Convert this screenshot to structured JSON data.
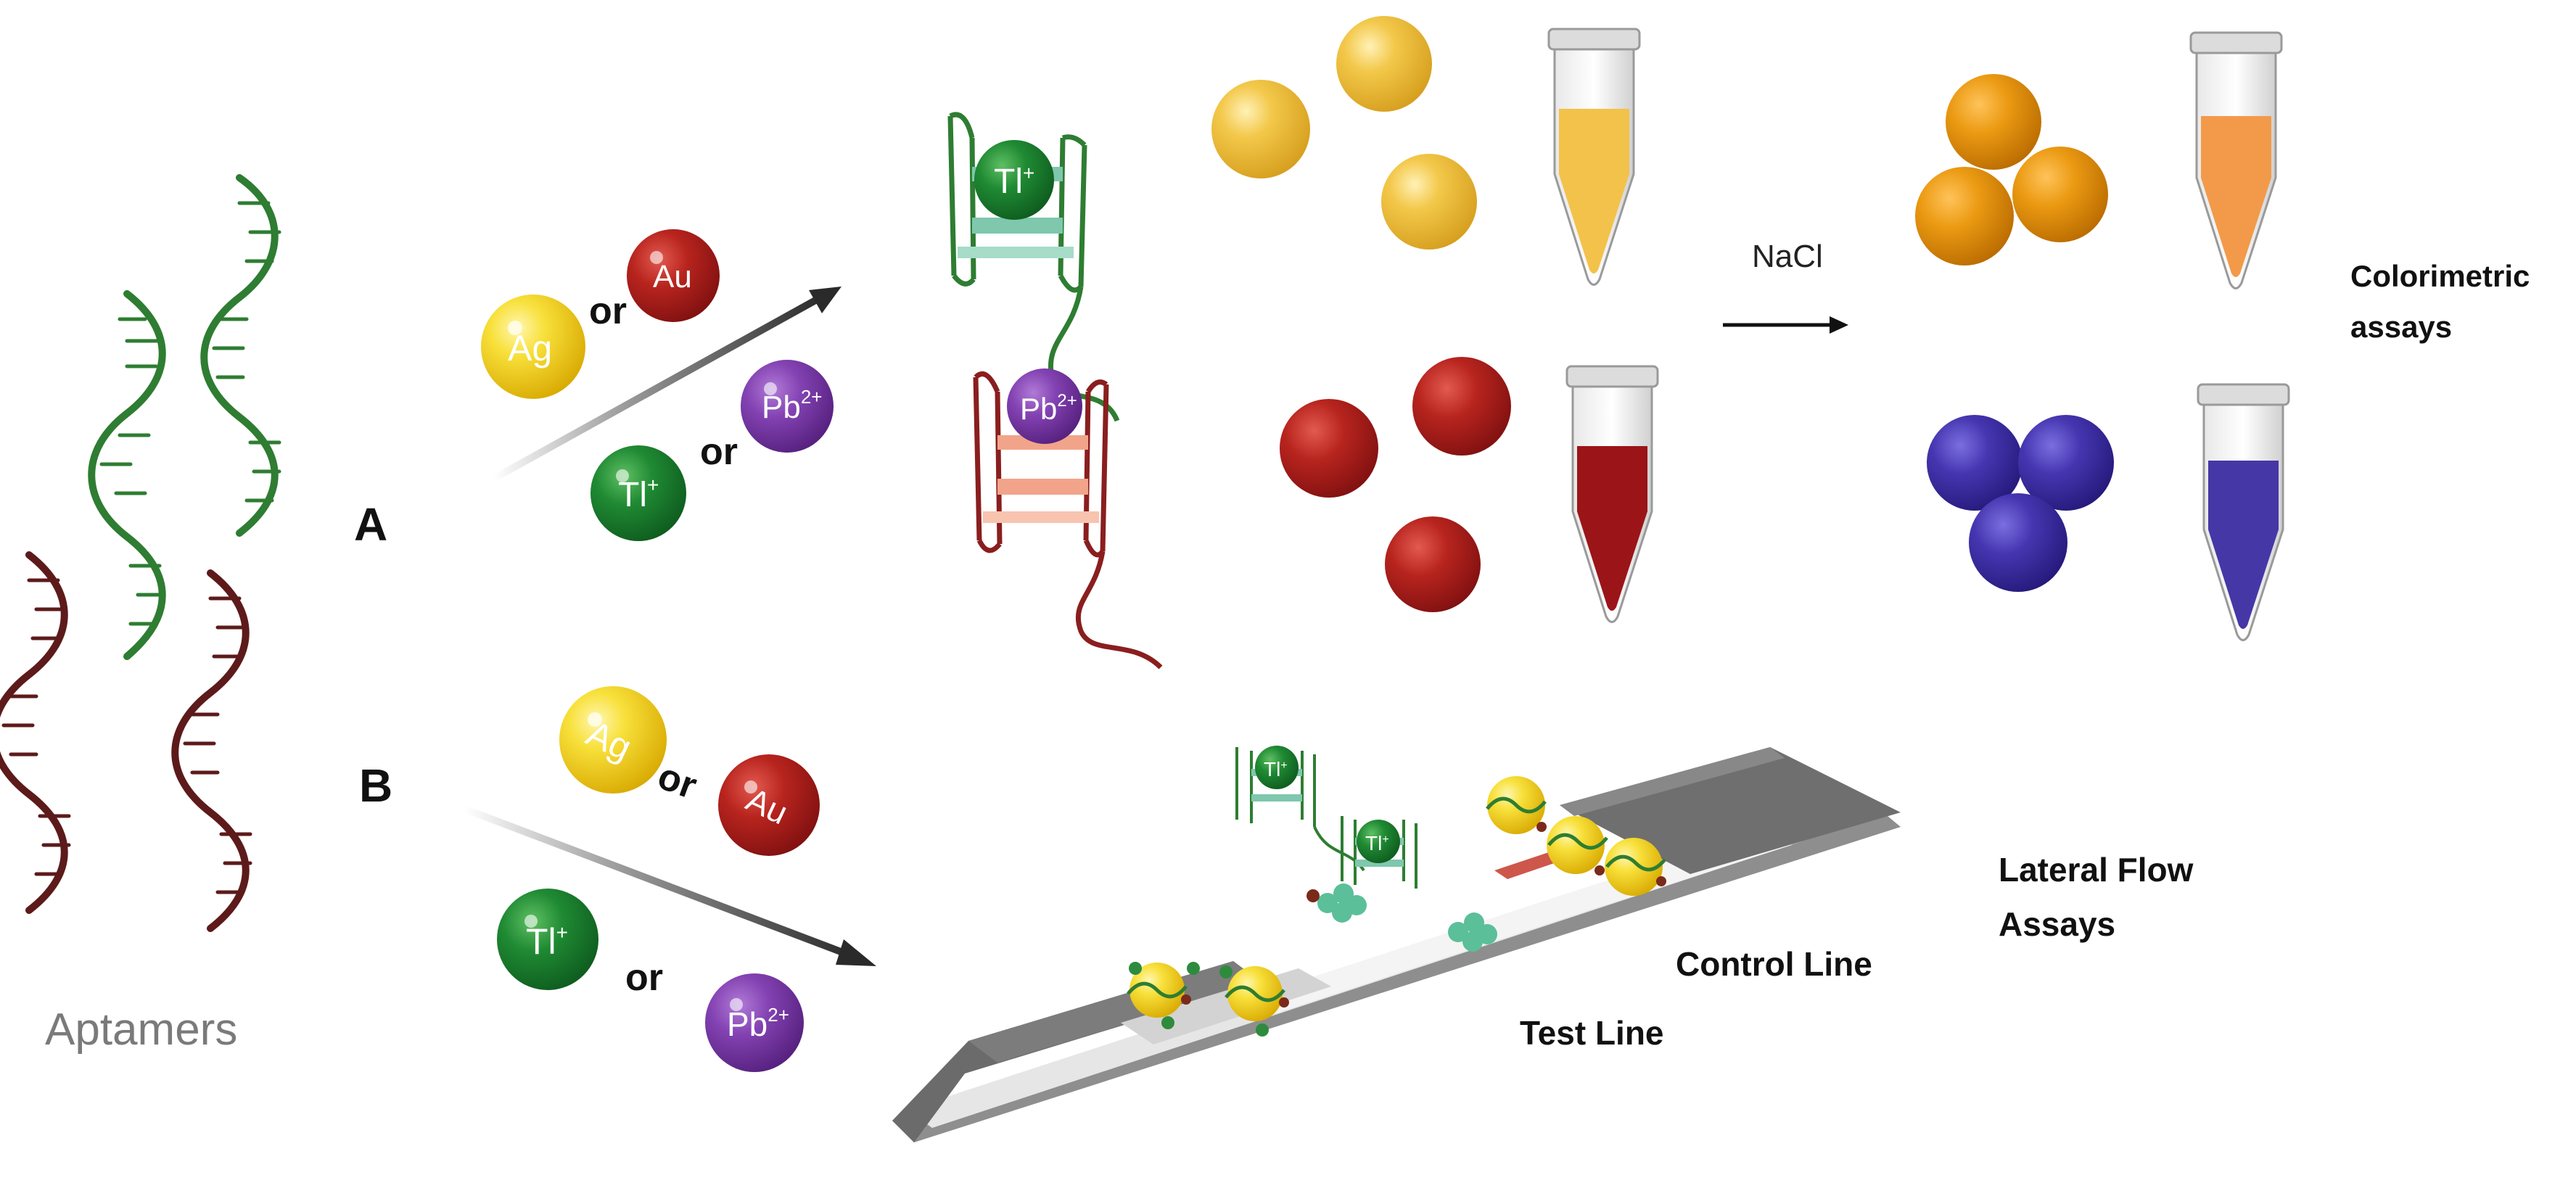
{
  "labels": {
    "aptamers": "Aptamers",
    "section_a": "A",
    "section_b": "B",
    "nacl": "NaCl",
    "colorimetric_line1": "Colorimetric",
    "colorimetric_line2": "assays",
    "lateral_line1": "Lateral Flow",
    "lateral_line2": "Assays",
    "control_line": "Control Line",
    "test_line": "Test Line"
  },
  "particles": {
    "ag": "Ag",
    "au": "Au",
    "tl": "Tl",
    "tl_charge": "+",
    "pb": "Pb",
    "pb_charge": "2+",
    "or": "or"
  },
  "colors": {
    "aptamer_green": "#2e7d32",
    "aptamer_dark_red": "#5d1a1a",
    "gold_np": "#f2c23e",
    "silver_np_yellow": "#f7d914",
    "gold_au_red": "#b5211c",
    "thallium_green": "#1f7a2e",
    "lead_purple": "#7b3aa8",
    "aggregated_orange": "#e5960f",
    "aggregated_blue": "#3a2aa0",
    "tube_yellow": "#f3c24a",
    "tube_red": "#9b1418",
    "tube_orange": "#f29a4a",
    "tube_blue": "#4537a6",
    "strip_grey": "#6b6b6b"
  }
}
